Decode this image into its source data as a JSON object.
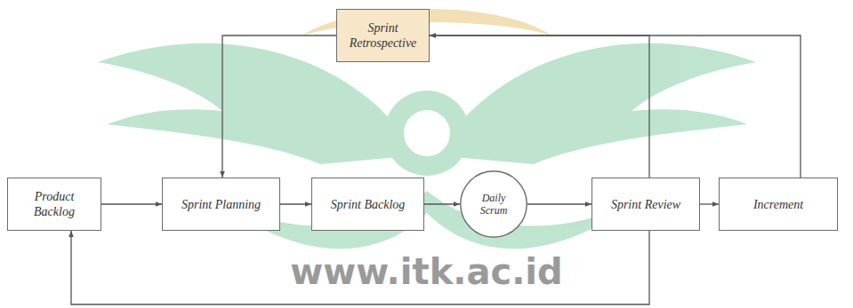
{
  "diagram": {
    "nodes": [
      {
        "text": [
          "Sprint Retrospective"
        ]
      },
      {
        "text": [
          "Product Backlog"
        ]
      },
      {
        "text": [
          "Sprint Planning"
        ]
      },
      {
        "text": [
          "Sprint Backlog"
        ]
      },
      {
        "text": [
          "Daily Scrum"
        ]
      },
      {
        "text": [
          "Sprint Review"
        ]
      },
      {
        "text": [
          "Increment"
        ]
      }
    ],
    "edges": [
      {
        "from": 1,
        "to": 2,
        "arrow": "to"
      },
      {
        "from": 2,
        "to": 3,
        "arrow": "to"
      },
      {
        "from": 3,
        "to": 4,
        "arrow": "to"
      },
      {
        "from": 4,
        "to": 5,
        "arrow": "to"
      },
      {
        "from": 5,
        "to": 6,
        "arrow": "to"
      },
      {
        "from": 0,
        "to": 2,
        "arrow": "to"
      },
      {
        "from": 5,
        "to": 0,
        "arrow": "to"
      },
      {
        "from": 6,
        "to": 0,
        "arrow": "to"
      },
      {
        "from": 5,
        "to": 1,
        "arrow": "to"
      }
    ],
    "labels": [
      "www.itk.ac.id"
    ]
  }
}
